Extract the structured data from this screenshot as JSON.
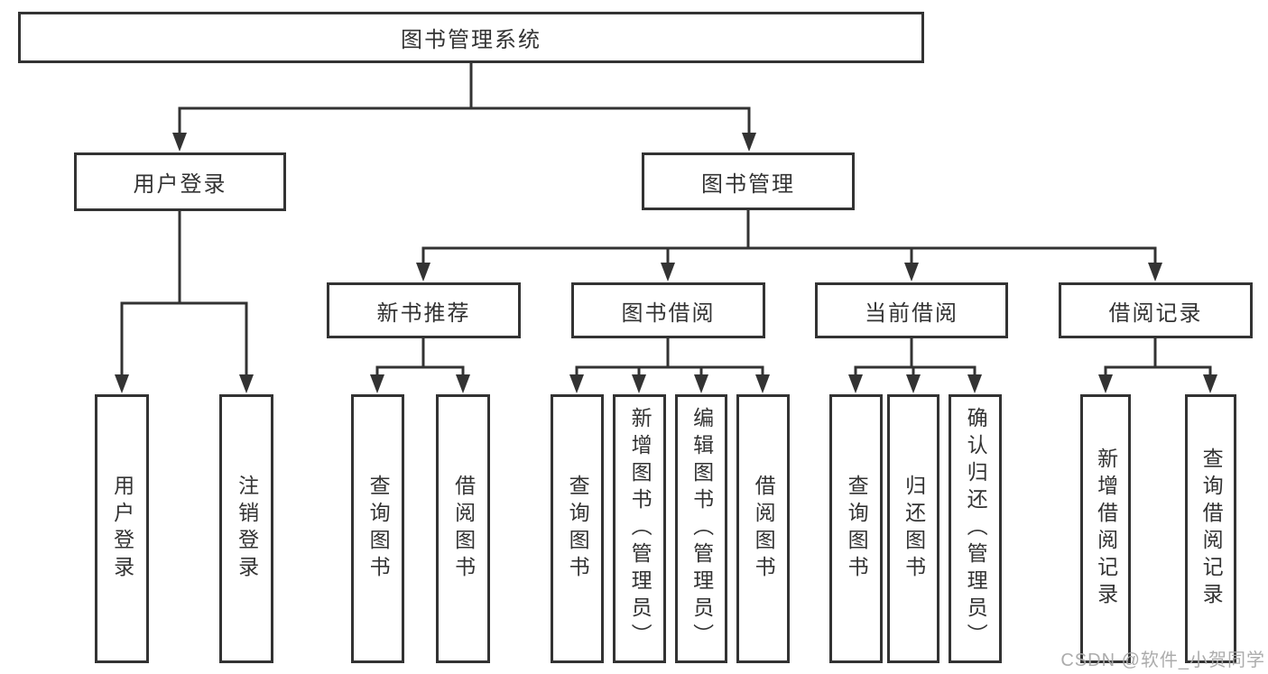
{
  "colors": {
    "line": "#333333",
    "text": "#333333",
    "box-bg": "#ffffff",
    "watermark": "#a8a8a8",
    "background": "#ffffff"
  },
  "watermark": {
    "text": "CSDN @软件_小贺同学"
  },
  "tree": {
    "label": "图书管理系统",
    "children": [
      {
        "label": "用户登录",
        "children": [
          {
            "label": "用户登录"
          },
          {
            "label": "注销登录"
          }
        ]
      },
      {
        "label": "图书管理",
        "children": [
          {
            "label": "新书推荐",
            "children": [
              {
                "label": "查询图书"
              },
              {
                "label": "借阅图书"
              }
            ]
          },
          {
            "label": "图书借阅",
            "children": [
              {
                "label": "查询图书"
              },
              {
                "label": "新增图书（管理员）"
              },
              {
                "label": "编辑图书（管理员）"
              },
              {
                "label": "借阅图书"
              }
            ]
          },
          {
            "label": "当前借阅",
            "children": [
              {
                "label": "查询图书"
              },
              {
                "label": "归还图书"
              },
              {
                "label": "确认归还（管理员）"
              }
            ]
          },
          {
            "label": "借阅记录",
            "children": [
              {
                "label": "新增借阅记录"
              },
              {
                "label": "查询借阅记录"
              }
            ]
          }
        ]
      }
    ]
  }
}
